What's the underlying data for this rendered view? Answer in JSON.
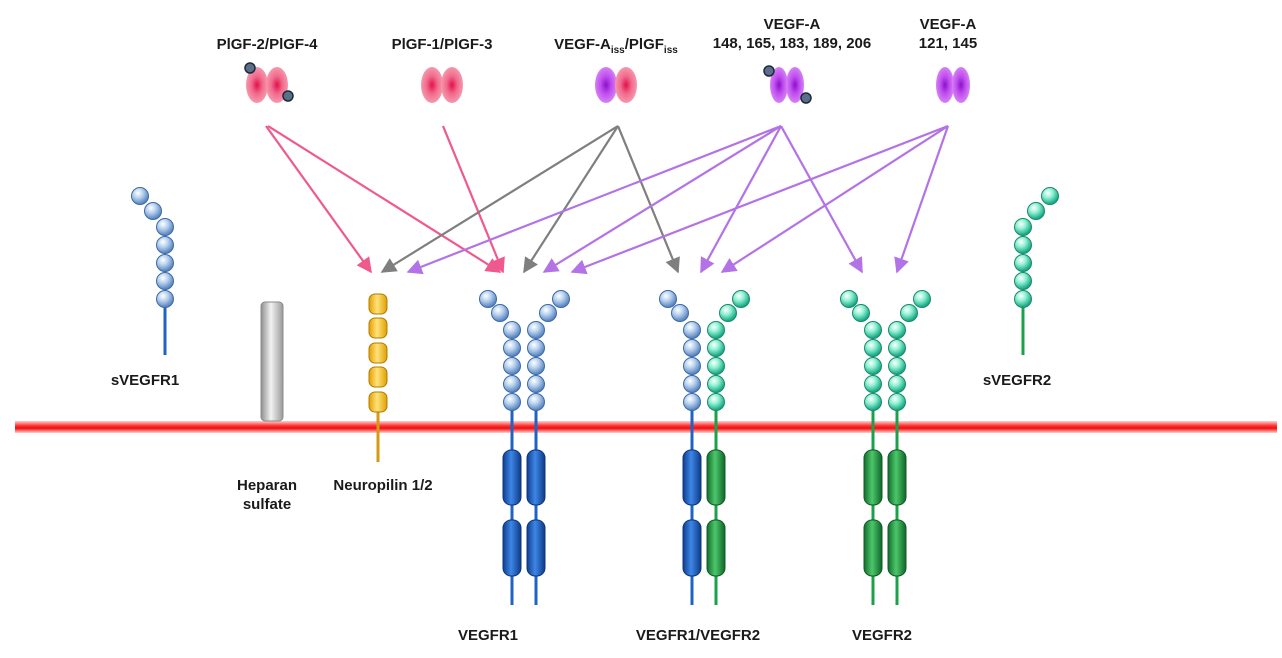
{
  "ligands": {
    "plgf24": "PlGF-2/PlGF-4",
    "plgf13": "PlGF-1/PlGF-3",
    "iss": {
      "a_main": "VEGF-A",
      "a_sub": "iss",
      "sep": "/",
      "p_main": "PlGF",
      "p_sub": "iss"
    },
    "vegfa_long": {
      "line1": "VEGF-A",
      "line2": "148, 165, 183, 189, 206"
    },
    "vegfa_short": {
      "line1": "VEGF-A",
      "line2": "121, 145"
    }
  },
  "receptors": {
    "svegfr1": "sVEGFR1",
    "svegfr2": "sVEGFR2",
    "heparan": {
      "line1": "Heparan",
      "line2": "sulfate"
    },
    "neuropilin": "Neuropilin 1/2",
    "vegfr1": "VEGFR1",
    "vegfr12": "VEGFR1/VEGFR2",
    "vegfr2": "VEGFR2"
  },
  "colors": {
    "plgf_pink": "#ee5a8e",
    "vegfa_purple": "#b373e6",
    "iss_gray": "#7f7f7f",
    "membrane_red": "#ee1111",
    "vegfr1_blue": "#1f63c4",
    "vegfr2_green": "#1aa14a",
    "neuropilin_gold": "#e9ae1b"
  }
}
